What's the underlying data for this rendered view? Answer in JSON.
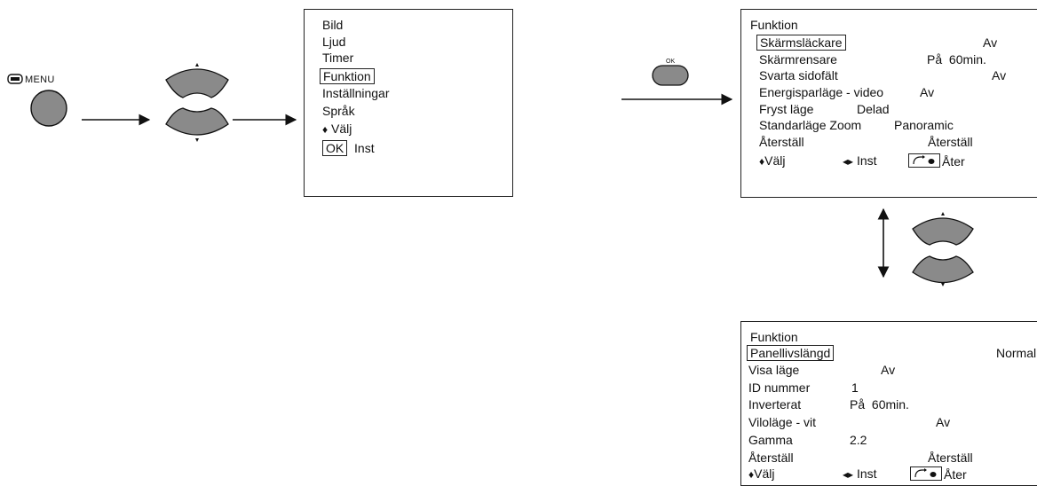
{
  "remote": {
    "menu_label": "MENU",
    "ok_label": "OK"
  },
  "main_menu": {
    "items": [
      "Bild",
      "Ljud",
      "Timer",
      "Funktion",
      "Inställningar",
      "Språk"
    ],
    "select_glyph": "♦",
    "select_label": "Välj",
    "ok_key": "OK",
    "ok_label": "Inst"
  },
  "funktion_page1": {
    "title": "Funktion",
    "rows": [
      {
        "label": "Skärmsläckare",
        "value": "Av"
      },
      {
        "label": "Skärmrensare",
        "value": "På  60min."
      },
      {
        "label": "Svarta sidofält",
        "value": "Av"
      },
      {
        "label": "Energisparläge - video",
        "value": "Av"
      },
      {
        "label": "Fryst läge",
        "value": "Delad"
      },
      {
        "label": "Standarläge Zoom",
        "value": "Panoramic"
      },
      {
        "label": "Återställ",
        "value": "Återställ"
      }
    ],
    "footer": {
      "select_glyph": "♦",
      "select": "Välj",
      "adjust_glyph": "◂▸",
      "adjust": "Inst",
      "back": "Åter"
    }
  },
  "funktion_page2": {
    "title": "Funktion",
    "rows": [
      {
        "label": "Panellivslängd",
        "value": "Normal"
      },
      {
        "label": "Visa läge",
        "value": "Av"
      },
      {
        "label": "ID nummer",
        "value": "1"
      },
      {
        "label": "Inverterat",
        "value": "På  60min."
      },
      {
        "label": "Viloläge - vit",
        "value": "Av"
      },
      {
        "label": "Gamma",
        "value": "2.2"
      },
      {
        "label": "Återställ",
        "value": "Återställ"
      }
    ],
    "footer": {
      "select_glyph": "♦",
      "select": "Välj",
      "adjust_glyph": "◂▸",
      "adjust": "Inst",
      "back": "Åter"
    }
  },
  "colors": {
    "button_fill": "#8a8a8a",
    "line": "#111111"
  },
  "icons": [
    "menu-button-icon",
    "up-down-button-icon",
    "ok-button-icon",
    "back-button-icon"
  ]
}
